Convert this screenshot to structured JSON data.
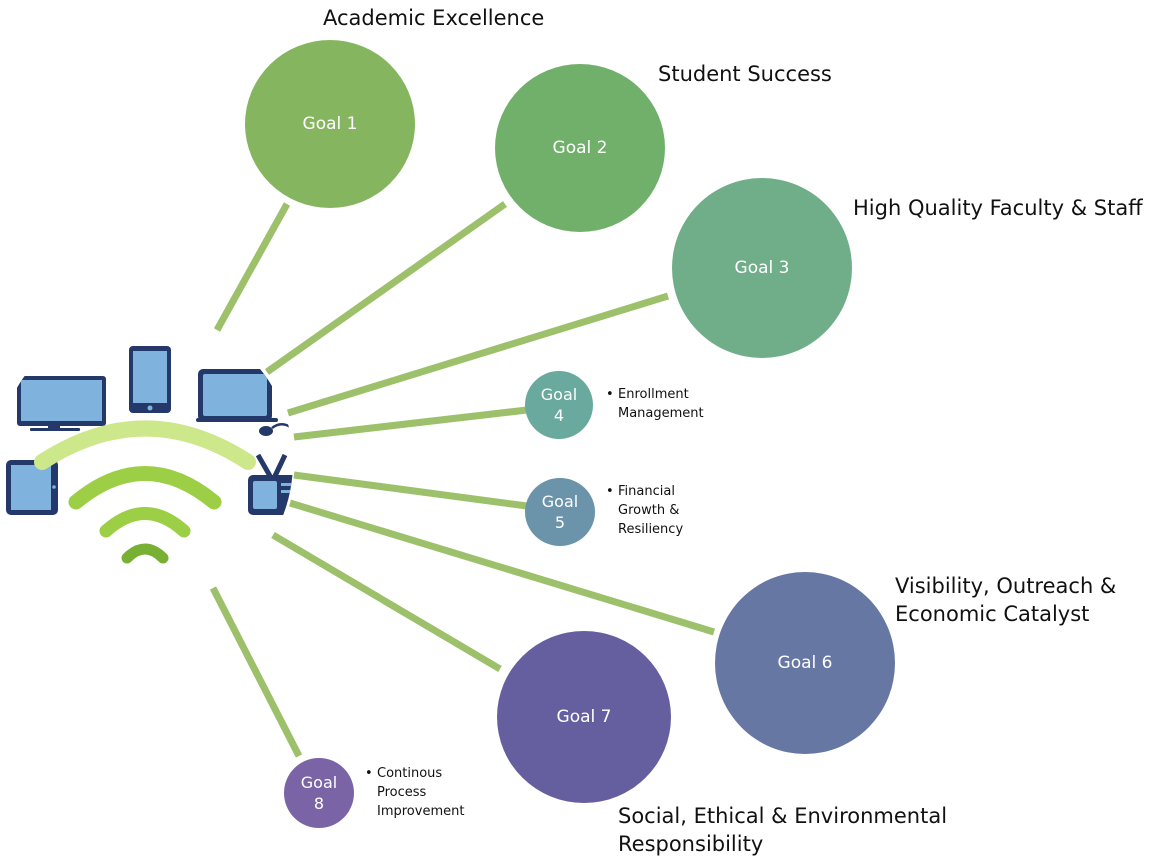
{
  "colors": {
    "spoke": "#9dc06a",
    "goal1": "#86b560",
    "goal2": "#71b06b",
    "goal3": "#6fae88",
    "goal4": "#6aaa9e",
    "goal5": "#6b93aa",
    "goal6": "#6677a3",
    "goal7": "#665f9f",
    "goal8": "#7a64a6",
    "device_blue": "#7fb3dd",
    "device_navy": "#24396a",
    "wifi_light": "#cde88a",
    "wifi_mid": "#9ccf45",
    "wifi_dark": "#78b034"
  },
  "goals": [
    {
      "label": "Goal 1",
      "title": "Academic Excellence"
    },
    {
      "label": "Goal 2",
      "title": "Student Success"
    },
    {
      "label": "Goal 3",
      "title": "High Quality Faculty & Staff"
    },
    {
      "label": "Goal 4",
      "note": "Enrollment\nManagement"
    },
    {
      "label": "Goal 5",
      "note": "Financial\nGrowth &\nResiliency"
    },
    {
      "label": "Goal 6",
      "title": "Visibility, Outreach &\nEconomic Catalyst"
    },
    {
      "label": "Goal 7",
      "title": "Social, Ethical & Environmental\nResponsibility"
    },
    {
      "label": "Goal 8",
      "note": "Continous\nProcess\nImprovement"
    }
  ],
  "bullet": "•",
  "hub": {
    "icons": [
      "monitor-icon",
      "phone-icon",
      "tablet-icon",
      "laptop-icon",
      "mouse-icon",
      "tv-icon",
      "wifi-icon"
    ]
  }
}
